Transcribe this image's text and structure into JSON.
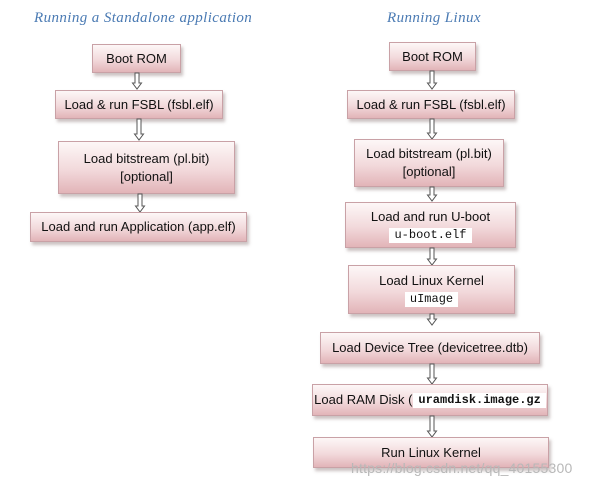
{
  "left": {
    "title": "Running a Standalone application",
    "boxes": {
      "boot_rom": "Boot ROM",
      "fsbl": "Load & run FSBL (fsbl.elf)",
      "bitstream": "Load bitstream (pl.bit)",
      "bitstream_optional": "[optional]",
      "application": "Load and run Application (app.elf)"
    }
  },
  "right": {
    "title": "Running Linux",
    "boxes": {
      "boot_rom": "Boot ROM",
      "fsbl": "Load & run FSBL (fsbl.elf)",
      "bitstream": "Load bitstream (pl.bit)",
      "bitstream_optional": "[optional]",
      "uboot": "Load and run U-boot",
      "uboot_file": "u-boot.elf",
      "kernel": "Load Linux Kernel",
      "kernel_file": "uImage",
      "devicetree": "Load Device Tree (devicetree.dtb)",
      "ramdisk": "Load RAM Disk (",
      "ramdisk_file": "uramdisk.image.gz",
      "run_kernel": "Run Linux Kernel"
    }
  },
  "watermark": "https://blog.csdn.net/qq_40155300",
  "colors": {
    "title": "#4a7ab3",
    "box_top": "#fdf7f7",
    "box_bottom": "#e2b4b8",
    "box_border": "#c9a1a6",
    "arrow": "#555555"
  }
}
